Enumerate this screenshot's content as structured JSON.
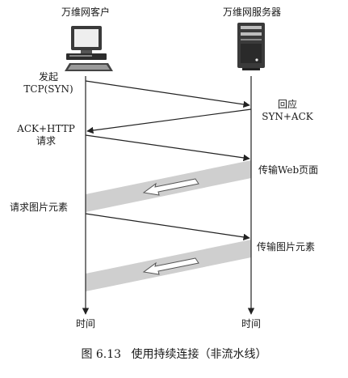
{
  "client": {
    "title": "万维网客户",
    "icon": "desktop-computer-icon",
    "label_send": [
      "发起",
      "TCP(SYN)"
    ],
    "label_ack": [
      "ACK+HTTP",
      "请求"
    ],
    "label_request_images": "请求图片元素",
    "time_label": "时间"
  },
  "server": {
    "title": "万维网服务器",
    "icon": "server-tower-icon",
    "label_reply": [
      "回应",
      "SYN+ACK"
    ],
    "label_web_page": "传输Web页面",
    "label_images": "传输图片元素",
    "time_label": "时间"
  },
  "caption": {
    "number": "图 6.13",
    "text": "使用持续连接（非流水线）"
  },
  "colors": {
    "band": "#cfcfcf",
    "line": "#222222"
  }
}
